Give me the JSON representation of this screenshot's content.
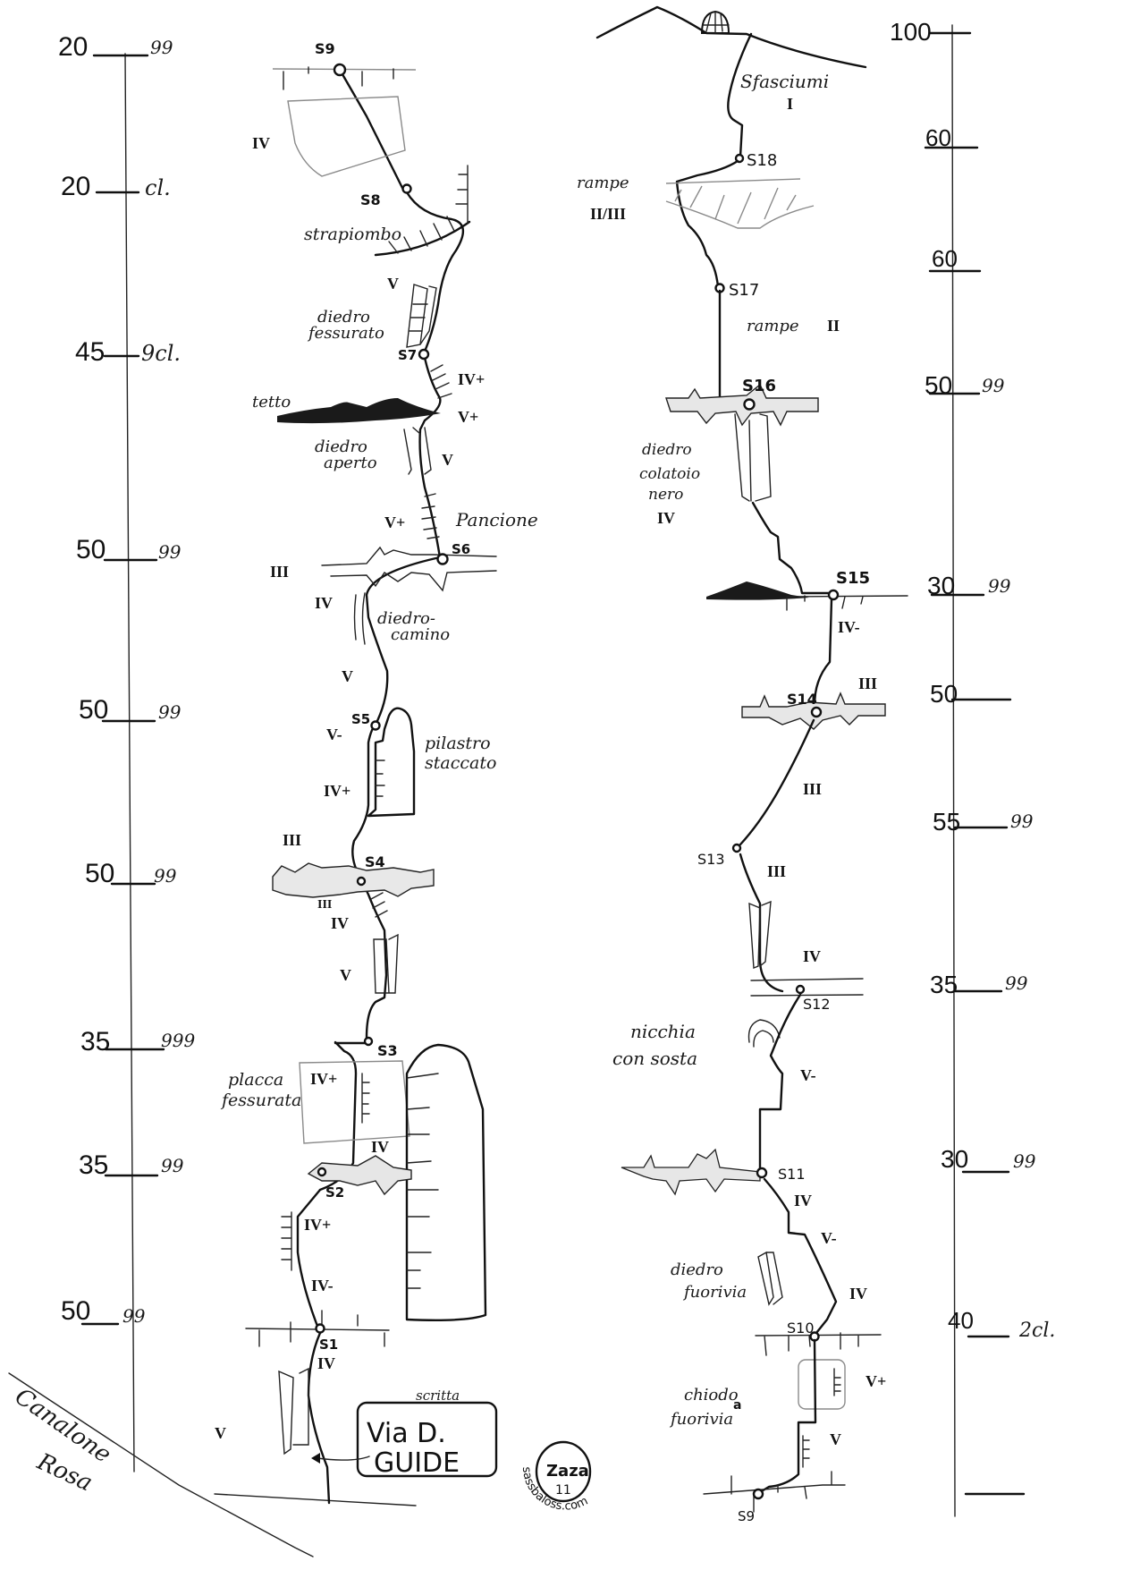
{
  "left_scale": {
    "ticks": [
      {
        "length": "20",
        "note": "99"
      },
      {
        "length": "20",
        "note": "cl."
      },
      {
        "length": "45",
        "note": "9cl."
      },
      {
        "length": "50",
        "note": "99"
      },
      {
        "length": "50",
        "note": "99"
      },
      {
        "length": "50",
        "note": "99"
      },
      {
        "length": "35",
        "note": "999"
      },
      {
        "length": "35",
        "note": "99"
      },
      {
        "length": "50",
        "note": "99"
      }
    ]
  },
  "right_scale": {
    "ticks": [
      {
        "length": "100",
        "note": ""
      },
      {
        "length": "60",
        "note": ""
      },
      {
        "length": "60",
        "note": ""
      },
      {
        "length": "50",
        "note": "99"
      },
      {
        "length": "30",
        "note": "99"
      },
      {
        "length": "50",
        "note": ""
      },
      {
        "length": "55",
        "note": "99"
      },
      {
        "length": "35",
        "note": "99"
      },
      {
        "length": "30",
        "note": "99"
      },
      {
        "length": "40",
        "note": "2cl."
      },
      {
        "length": "",
        "note": ""
      }
    ]
  },
  "belays": {
    "s1": "S1",
    "s2": "S2",
    "s3": "S3",
    "s4": "S4",
    "s5": "S5",
    "s6": "S6",
    "s7": "S7",
    "s8": "S8",
    "s9_top": "S9",
    "s9_bottom": "S9",
    "s10": "S10",
    "s11": "S11",
    "s12": "S12",
    "s13": "S13",
    "s14": "S14",
    "s15": "S15",
    "s16": "S16",
    "s17": "S17",
    "s18": "S18"
  },
  "features": {
    "strapiombo": "strapiombo",
    "diedro_fessurato": [
      "diedro",
      "fessurato"
    ],
    "tetto": "tetto",
    "diedro_aperto": [
      "diedro",
      "aperto"
    ],
    "pancione": "Pancione",
    "diedro_camino": [
      "diedro-",
      "camino"
    ],
    "pilastro_staccato": [
      "pilastro",
      "staccato"
    ],
    "placca_fessurata": [
      "placca",
      "fessurata"
    ],
    "scritta": "scritta",
    "via_sign": [
      "Via D.",
      "GUIDE"
    ],
    "canalone": [
      "Canalone",
      "Rosa"
    ],
    "sfasciumi": "Sfasciumi",
    "rampe_top": "rampe",
    "rampe_mid": "rampe",
    "diedro_colatoio": [
      "diedro",
      "colatoio",
      "nero"
    ],
    "nicchia": [
      "nicchia",
      "con sosta"
    ],
    "diedro_fuorivia": [
      "diedro",
      "fuorivia"
    ],
    "chiodo_fuorivia": [
      "chiodo",
      "fuorivia"
    ]
  },
  "grades": {
    "left": [
      "IV",
      "V",
      "IV+",
      "V+",
      "V",
      "V+",
      "III",
      "IV",
      "V",
      "V-",
      "IV+",
      "III",
      "III",
      "IV",
      "V",
      "IV+",
      "IV",
      "IV+",
      "IV-",
      "IV",
      "V"
    ],
    "right": [
      "I",
      "II/III",
      "II",
      "IV",
      "IV-",
      "III",
      "III",
      "III",
      "IV",
      "V-",
      "IV",
      "V-",
      "IV",
      "V+",
      "V"
    ]
  },
  "stamp": {
    "text": "Zaza",
    "number": "11",
    "site": "sassbaloss.com"
  }
}
